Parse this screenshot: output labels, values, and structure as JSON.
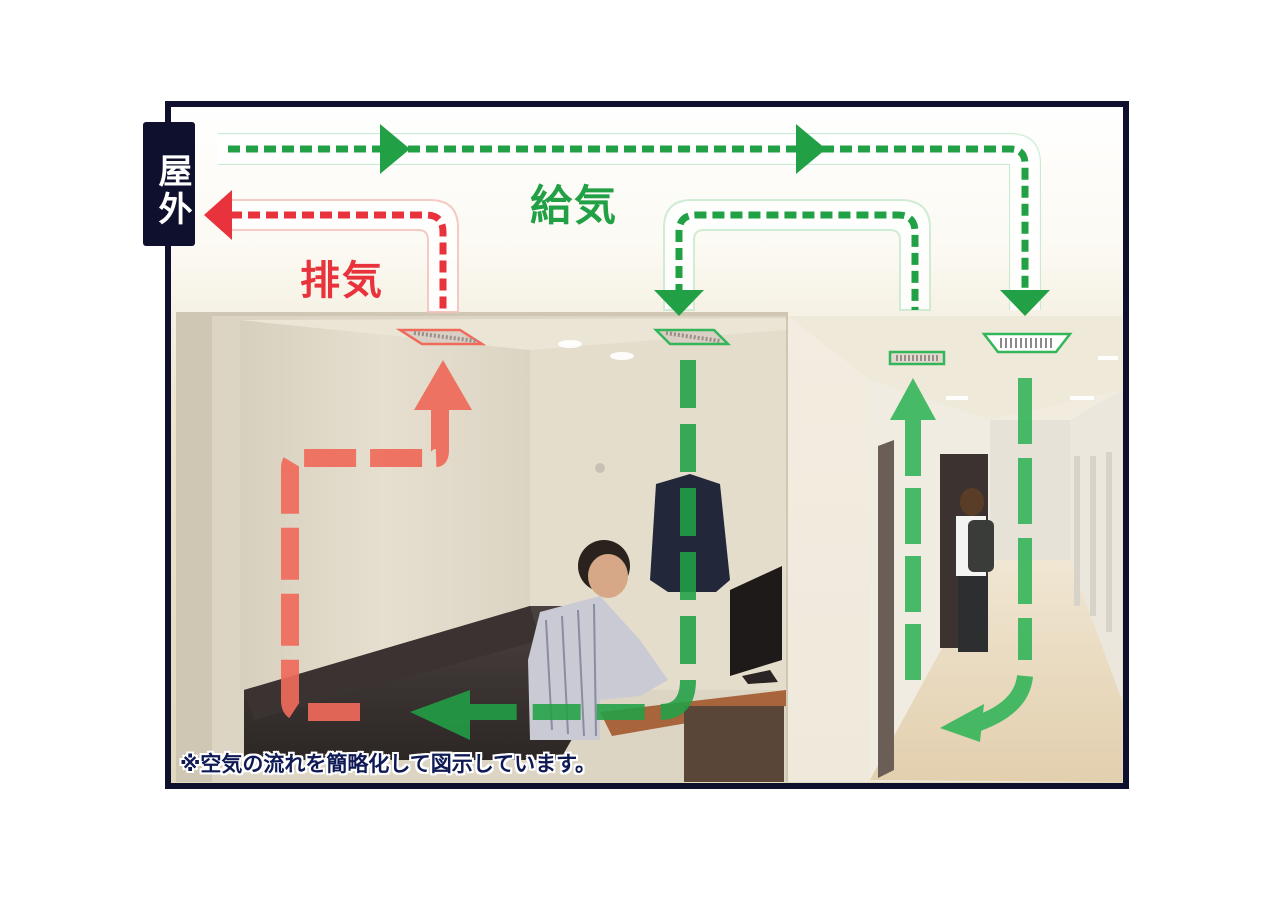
{
  "diagram": {
    "title": "Ventilation air flow illustration",
    "labels": {
      "outdoor": "屋外",
      "exhaust": "排気",
      "supply": "給気"
    },
    "note": "※空気の流れを簡略化して図示しています。",
    "colors": {
      "frame": "#0f0f2e",
      "exhaust": "#e8323c",
      "exhaust_light": "#ef6a5a",
      "supply": "#21a045",
      "supply_light": "#35b55a",
      "note_text": "#0f1a55",
      "ceiling": "#e9e2cf",
      "wall": "#e4dccb",
      "floor": "#eadcc2"
    },
    "flows": [
      {
        "type": "supply",
        "description": "Outdoor air duct to booth ceiling vent and corridor ceiling vents"
      },
      {
        "type": "supply",
        "description": "Corridor supply vent down to floor, curving toward room"
      },
      {
        "type": "supply",
        "description": "Booth supply vent down past desk, across floor toward sofa"
      },
      {
        "type": "supply",
        "description": "Corridor air rising to corridor ceiling vent, returning to booth vent"
      },
      {
        "type": "exhaust",
        "description": "Booth air rising from floor along wall to ceiling exhaust vent, out to outdoor"
      }
    ],
    "scene": {
      "left_room": "Private work booth with sofa, person at desk, monitor, jacket on wall",
      "right_room": "Corridor with doors and person with backpack"
    }
  }
}
